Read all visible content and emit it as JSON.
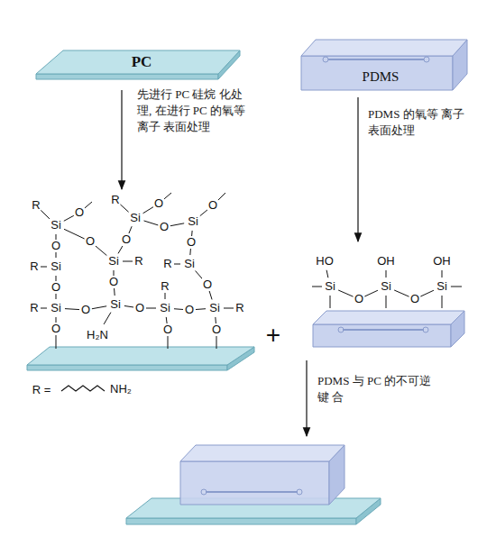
{
  "diagram": {
    "nodes": [
      {
        "text": [
          "PC"
        ]
      },
      {
        "text": [
          "PDMS"
        ]
      }
    ],
    "labels": [
      "先进行 PC 硅烷 化处理, 在进行 PC 的氧等离子 表面处理",
      "PDMS 的氧等 离子表面处理",
      "R",
      "Si",
      "O",
      "O",
      "R",
      "Si",
      "O",
      "R",
      "Si",
      "O",
      "R",
      "Si",
      "O",
      "O",
      "O",
      "Si",
      "R",
      "O",
      "O",
      "Si",
      "H₂N",
      "O",
      "O",
      "Si",
      "O",
      "O",
      "R",
      "Si",
      "O",
      "R",
      "Si",
      "O",
      "O",
      "Si",
      "R",
      "O",
      "HO",
      "OH",
      "OH",
      "Si",
      "O",
      "Si",
      "O",
      "Si",
      "+",
      "R =",
      "NH₂",
      "PDMS 与 PC 的不可逆键 合"
    ]
  }
}
